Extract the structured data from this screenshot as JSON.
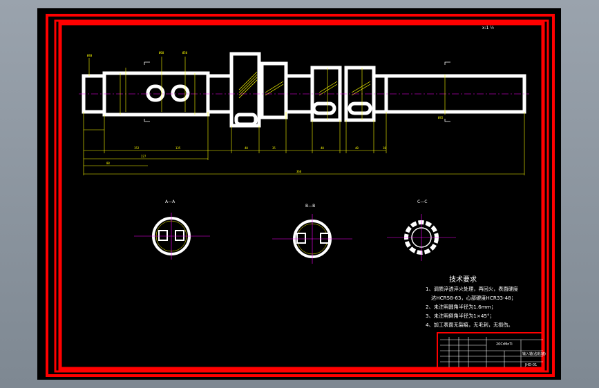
{
  "drawing": {
    "background": "#000000",
    "frame_color": "#ff0000",
    "part_color": "#ffffff",
    "dimension_color": "#ffff00",
    "centerline_color": "#ff00ff",
    "hatch_color": "#ffff00",
    "top_right_label": "x:1 ½"
  },
  "sections": {
    "a": {
      "label": "A—A"
    },
    "b": {
      "label": "B—B"
    },
    "c": {
      "label": "C—C"
    }
  },
  "tech_requirements": {
    "title": "技术要求",
    "lines": [
      "1、调质淬透淬火处理，再回火，表面硬度",
      "达HCR58-63，心部硬度HCR33-48；",
      "2、未注明圆角半径为1.6mm；",
      "3、未注明倒角半径为1×45°；",
      "4、加工表面无裂痕，无毛刺，无损伤。"
    ]
  },
  "title_block": {
    "material": "20CrMnTi",
    "part_name": "输入轴(齿轮轴)",
    "drawing_no": "JHD-01"
  }
}
